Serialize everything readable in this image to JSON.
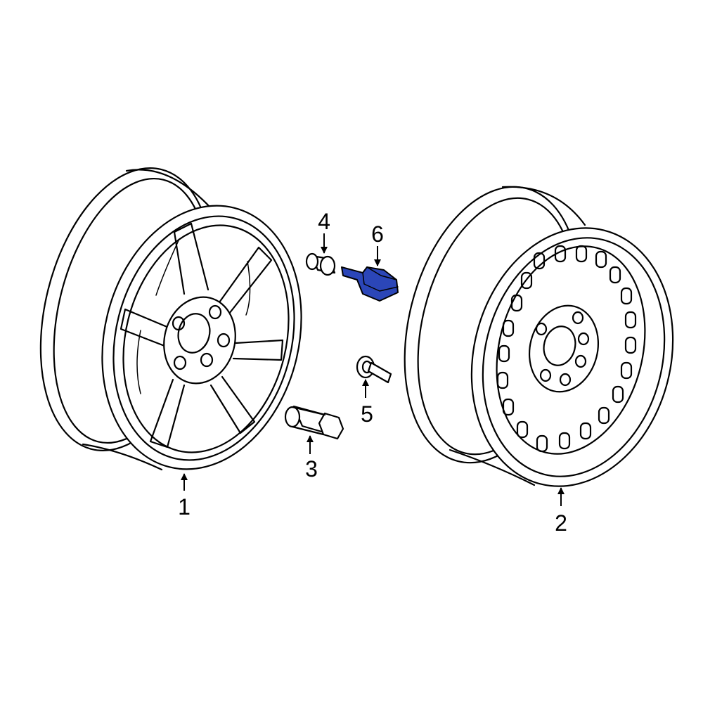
{
  "diagram": {
    "highlight_color": "#2b46b8",
    "line_color": "#000000",
    "background": "#ffffff",
    "parts": [
      {
        "callout": "1",
        "icon": "spoked-alloy-wheel-icon"
      },
      {
        "callout": "2",
        "icon": "slotted-alloy-wheel-icon"
      },
      {
        "callout": "3",
        "icon": "lug-nut-icon"
      },
      {
        "callout": "4",
        "icon": "valve-cap-icon"
      },
      {
        "callout": "5",
        "icon": "valve-stem-icon"
      },
      {
        "callout": "6",
        "icon": "tpms-sensor-icon",
        "highlighted": true
      }
    ]
  }
}
